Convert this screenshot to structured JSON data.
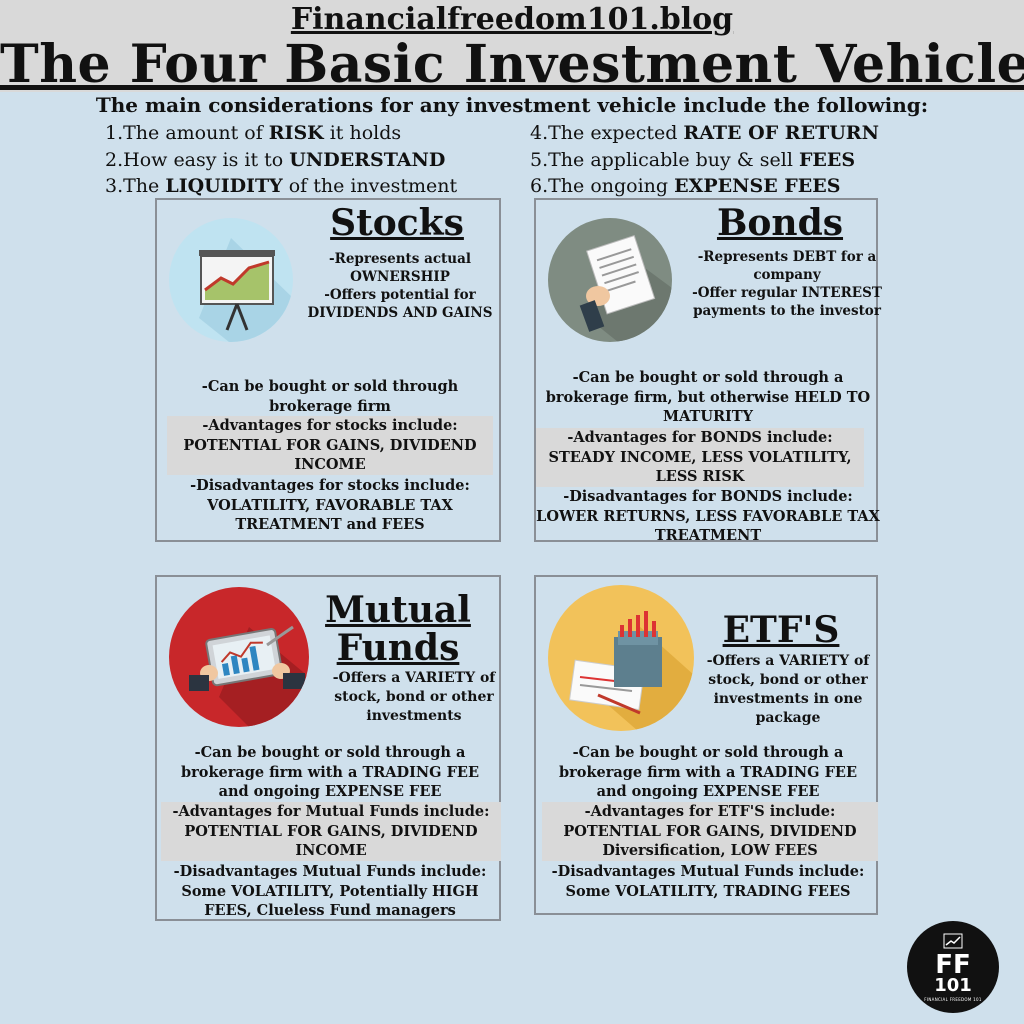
{
  "header": {
    "site": "Financialfreedom101.blog",
    "title": "The Four Basic Investment Vehicles",
    "intro": "The main considerations for any investment vehicle include the following:"
  },
  "considerations": {
    "c1": {
      "pre": "1.The amount of ",
      "key": "RISK",
      "post": " it holds"
    },
    "c2": {
      "pre": "2.How easy is it to ",
      "key": "UNDERSTAND",
      "post": ""
    },
    "c3": {
      "pre": "3.The ",
      "key": "LIQUIDITY",
      "post": " of the investment"
    },
    "c4": {
      "pre": "4.The expected ",
      "key": "RATE OF RETURN",
      "post": ""
    },
    "c5": {
      "pre": "5.The applicable buy & sell ",
      "key": "FEES",
      "post": ""
    },
    "c6": {
      "pre": "6.The ongoing ",
      "key": "EXPENSE FEES",
      "post": ""
    }
  },
  "stocks": {
    "title": "Stocks",
    "d1": "-Represents actual",
    "d2": "OWNERSHIP",
    "d3": "-Offers potential for",
    "d4": "DIVIDENDS AND GAINS",
    "buy1": "-Can be bought or sold through",
    "buy2": "brokerage firm",
    "adv1": "-Advantages for stocks include:",
    "adv2": "POTENTIAL FOR GAINS, DIVIDEND",
    "adv3": "INCOME",
    "dis1": "-Disadvantages for stocks include:",
    "dis2": "VOLATILITY, FAVORABLE TAX",
    "dis3": "TREATMENT and FEES"
  },
  "bonds": {
    "title": "Bonds",
    "d1": "-Represents DEBT for a",
    "d2": "company",
    "d3": "-Offer regular INTEREST",
    "d4": "payments to the investor",
    "buy1": "-Can be bought or sold through a",
    "buy2": "brokerage firm, but otherwise HELD TO",
    "buy3": "MATURITY",
    "adv1": "-Advantages for BONDS include:",
    "adv2": "STEADY INCOME, LESS VOLATILITY,",
    "adv3": "LESS RISK",
    "dis1": "-Disadvantages for BONDS include:",
    "dis2": "LOWER RETURNS, LESS FAVORABLE TAX",
    "dis3": "TREATMENT"
  },
  "mutual": {
    "title1": "Mutual",
    "title2": "Funds",
    "d1": "-Offers a VARIETY of",
    "d2": "stock, bond or other",
    "d3": "investments",
    "buy1": "-Can be bought or sold through a",
    "buy2": "brokerage firm with a TRADING FEE",
    "buy3": "and ongoing EXPENSE FEE",
    "adv1": "-Advantages for Mutual Funds include:",
    "adv2": "POTENTIAL FOR GAINS, DIVIDEND",
    "adv3": "INCOME",
    "dis1": "-Disadvantages Mutual Funds include:",
    "dis2": "Some VOLATILITY, Potentially HIGH",
    "dis3": "FEES, Clueless Fund managers"
  },
  "etf": {
    "title": "ETF'S",
    "d1": "-Offers a VARIETY of",
    "d2": "stock, bond or other",
    "d3": "investments in one",
    "d4": "package",
    "buy1": "-Can be bought or sold through a",
    "buy2": "brokerage firm with a TRADING FEE",
    "buy3": "and ongoing EXPENSE FEE",
    "adv1": "-Advantages for ETF'S include:",
    "adv2": "POTENTIAL FOR GAINS, DIVIDEND",
    "adv3": "Diversification, LOW FEES",
    "dis1": "-Disadvantages Mutual Funds include:",
    "dis2": "Some VOLATILITY, TRADING FEES"
  },
  "logo": {
    "ff": "FF",
    "num": "101",
    "sub": "FINANCIAL FREEDOM 101"
  },
  "colors": {
    "background": "#cfe0ec",
    "header_band": "#d9d9d9",
    "stocks_circle": "#bfe3f1",
    "bonds_circle": "#7f8c82",
    "mutual_circle": "#c8272a",
    "etf_circle": "#f2c25a"
  },
  "icons": {
    "stocks": "chart-board-icon",
    "bonds": "bond-document-icon",
    "mutual": "tablet-chart-icon",
    "etf": "folder-chart-icon"
  }
}
